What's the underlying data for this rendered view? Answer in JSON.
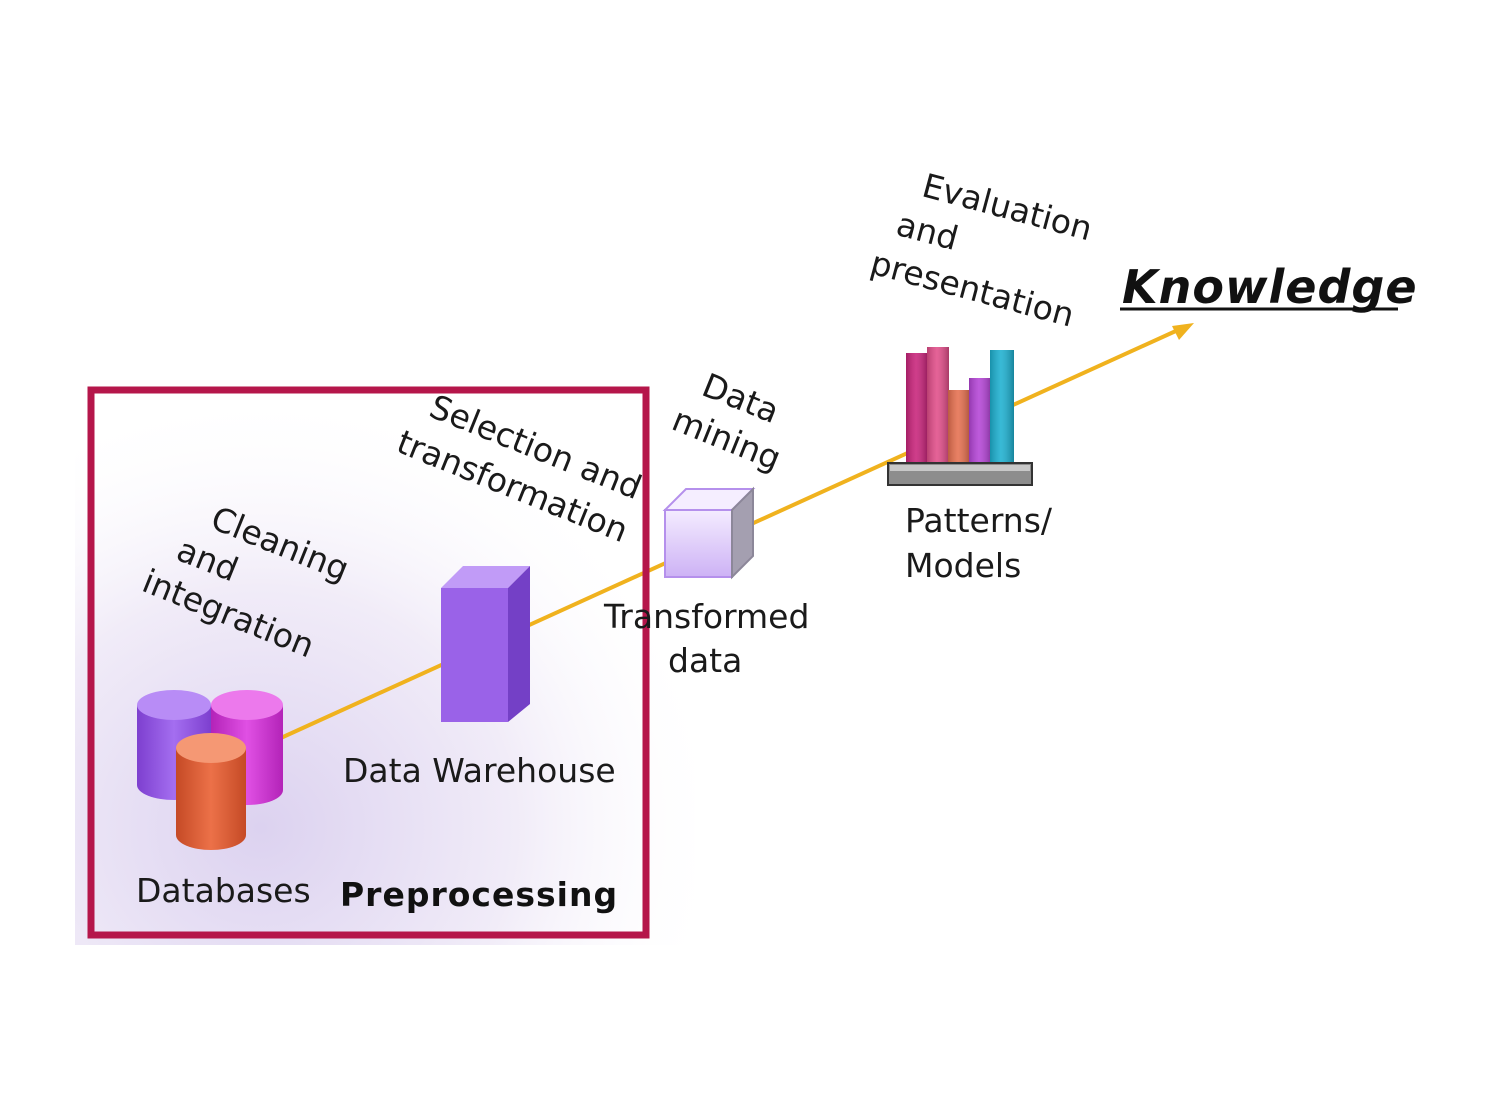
{
  "stages": {
    "databases": "Databases",
    "data_warehouse": "Data Warehouse",
    "transformed_data": [
      "Transformed",
      "data"
    ],
    "patterns_models": [
      "Patterns/",
      "Models"
    ],
    "knowledge": "Knowledge"
  },
  "steps": {
    "cleaning_integration": [
      "Cleaning",
      "and",
      "integration"
    ],
    "selection_transformation": [
      "Selection and",
      "transformation"
    ],
    "data_mining": [
      "Data",
      "mining"
    ],
    "evaluation_presentation": [
      "Evaluation",
      "and",
      "presentation"
    ]
  },
  "highlight": {
    "label": "Preprocessing"
  },
  "icons": {
    "databases": "database-cylinders-icon",
    "data_warehouse": "warehouse-box-icon",
    "transformed_data": "cube-icon",
    "patterns_models": "bar-chart-icon"
  },
  "colors": {
    "flow_arrow": "#f0b21e",
    "highlight_border": "#b5164a",
    "db_purple": "#9b5fe0",
    "db_magenta": "#d63fd6",
    "db_orange": "#e0603a",
    "warehouse": "#9a62e8",
    "cube": "#e6d6ff",
    "bar_magenta": "#c8237a",
    "bar_pink": "#e14d89",
    "bar_orange": "#e56f4f",
    "bar_violet": "#b444d6",
    "bar_teal": "#1db0d0"
  }
}
